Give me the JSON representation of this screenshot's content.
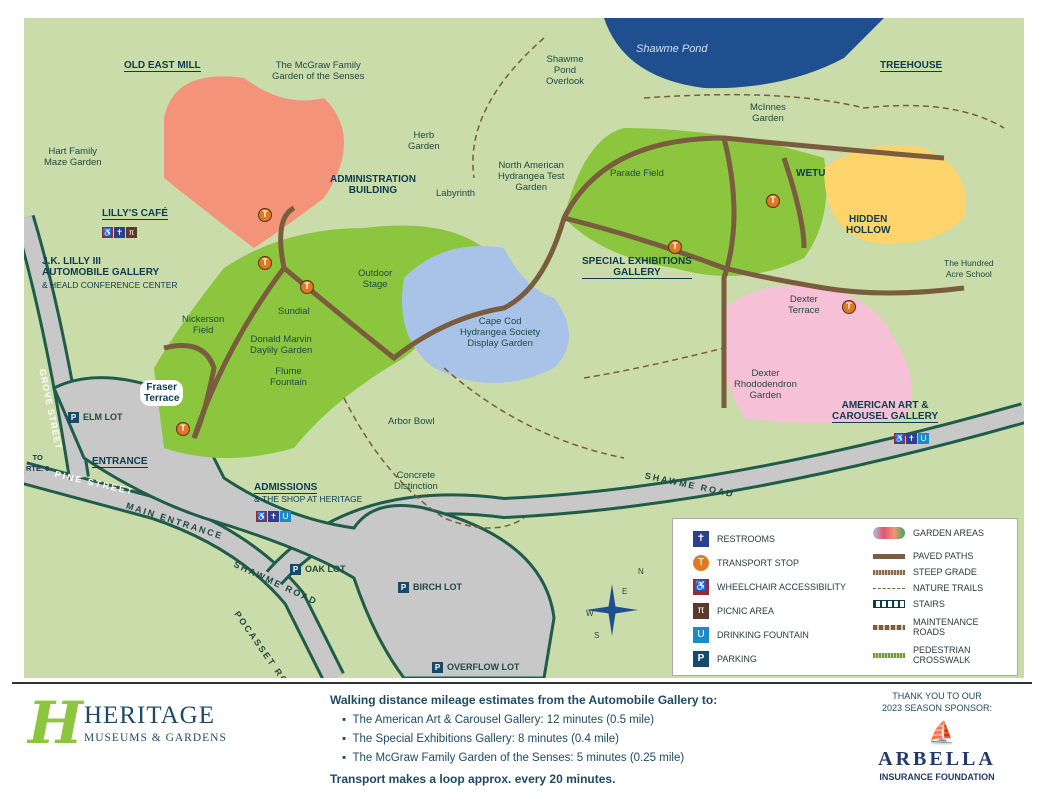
{
  "colors": {
    "background": "#c9dcaa",
    "garden_green": "#8cc63f",
    "mcgraw_salmon": "#f3937a",
    "hydrangea_blue": "#a9c3e8",
    "rhododendron_pink": "#f6c1d6",
    "hidden_hollow_yellow": "#fdd36b",
    "paths": "#7a5c3e",
    "roads": "#c8c8c8",
    "road_border": "#1f5c4a",
    "pond": "#1f4f8f"
  },
  "places": {
    "shawme_pond": "Shawme Pond",
    "old_east_mill": "OLD EAST MILL",
    "mcgraw": "The McGraw Family\nGarden of the Senses",
    "hart_maze": "Hart Family\nMaze Garden",
    "admin_building": "ADMINISTRATION\nBUILDING",
    "herb_garden": "Herb\nGarden",
    "labyrinth": "Labyrinth",
    "overlook": "Shawme\nPond\nOverlook",
    "na_hydrangea": "North American\nHydrangea Test\nGarden",
    "parade_field": "Parade Field",
    "mcinnes": "McInnes\nGarden",
    "wetu": "WETU",
    "treehouse": "TREEHOUSE",
    "hidden_hollow": "HIDDEN\nHOLLOW",
    "hundred_acre": "The Hundred\nAcre School",
    "lillys_cafe": "LILLY'S CAFÉ",
    "automobile_gallery": "J.K. LILLY III\nAUTOMOBILE GALLERY",
    "heald_center": "& HEALD CONFERENCE CENTER",
    "outdoor_stage": "Outdoor\nStage",
    "sundial": "Sundial",
    "cape_cod": "Cape Cod\nHydrangea Society\nDisplay Garden",
    "special_exhibitions": "SPECIAL EXHIBITIONS\nGALLERY",
    "dexter_terrace": "Dexter\nTerrace",
    "dexter_rhodo": "Dexter\nRhododendron\nGarden",
    "nickerson": "Nickerson\nField",
    "donald_marvin": "Donald Marvin\nDaylily Garden",
    "flume": "Flume\nFountain",
    "fraser": "Fraser\nTerrace",
    "arbor_bowl": "Arbor Bowl",
    "concrete": "Concrete\nDistinction",
    "american_art": "AMERICAN ART &\nCAROUSEL GALLERY",
    "entrance": "ENTRANCE",
    "admissions": "ADMISSIONS",
    "shop": "& THE SHOP AT HERITAGE",
    "to_rte6": "TO\nRTE. 6"
  },
  "roads": {
    "grove": "GROVE STREET",
    "pine": "PINE STREET",
    "main_entrance": "MAIN ENTRANCE",
    "shawme_road_1": "SHAWME ROAD",
    "shawme_road_2": "SHAWME ROAD",
    "pocasset": "POCASSET ROAD"
  },
  "parking": {
    "elm": "ELM LOT",
    "oak": "OAK LOT",
    "birch": "BIRCH LOT",
    "overflow": "OVERFLOW LOT"
  },
  "compass": {
    "n": "N",
    "e": "E",
    "s": "S",
    "w": "W"
  },
  "legend": {
    "left": [
      {
        "icon": "restroom-icon",
        "label": "RESTROOMS"
      },
      {
        "icon": "transport-stop-icon",
        "label": "TRANSPORT STOP"
      },
      {
        "icon": "wheelchair-icon",
        "label": "WHEELCHAIR ACCESSIBILITY"
      },
      {
        "icon": "picnic-icon",
        "label": "PICNIC AREA"
      },
      {
        "icon": "drinking-fountain-icon",
        "label": "DRINKING FOUNTAIN"
      },
      {
        "icon": "parking-icon",
        "label": "PARKING"
      }
    ],
    "right": [
      {
        "label": "GARDEN AREAS"
      },
      {
        "label": "PAVED PATHS"
      },
      {
        "label": "STEEP GRADE"
      },
      {
        "label": "NATURE TRAILS"
      },
      {
        "label": "STAIRS"
      },
      {
        "label": "MAINTENANCE\nROADS"
      },
      {
        "label": "PEDESTRIAN\nCROSSWALK"
      }
    ]
  },
  "footer": {
    "logo_title": "HERITAGE",
    "logo_sub": "MUSEUMS & GARDENS",
    "walking_heading": "Walking distance mileage estimates from the Automobile Gallery to:",
    "walking": [
      "The American Art & Carousel Gallery: 12 minutes (0.5 mile)",
      "The Special Exhibitions Gallery: 8 minutes (0.4 mile)",
      "The McGraw Family Garden of the Senses: 5 minutes (0.25 mile)"
    ],
    "transport_note": "Transport makes a loop approx. every 20 minutes.",
    "sponsor_thanks": "THANK YOU TO OUR\n2023 SEASON SPONSOR:",
    "sponsor_name": "ARBELLA",
    "sponsor_sub": "INSURANCE FOUNDATION"
  }
}
